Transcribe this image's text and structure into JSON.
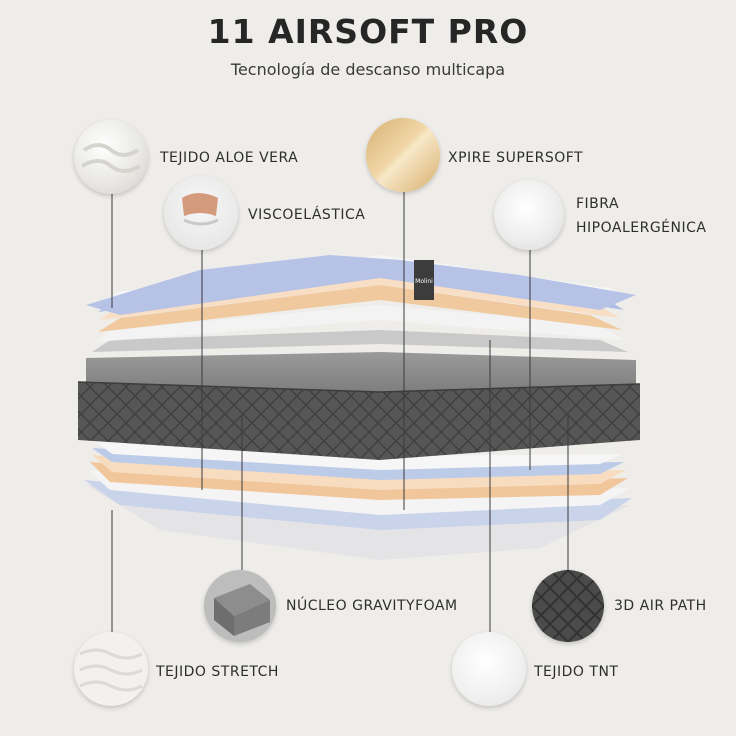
{
  "header": {
    "title": "11 AIRSOFT PRO",
    "subtitle": "Tecnología de descanso multicapa"
  },
  "layers": {
    "aloe": {
      "label": "TEJIDO ALOE VERA"
    },
    "xpire": {
      "label": "XPIRE SUPERSOFT"
    },
    "visco": {
      "label": "VISCOELÁSTICA"
    },
    "fibra": {
      "label_line1": "FIBRA",
      "label_line2": "HIPOALERGÉNICA"
    },
    "nucleo": {
      "label": "NÚCLEO GRAVITYFOAM"
    },
    "airpath": {
      "label": "3D AIR PATH"
    },
    "stretch": {
      "label": "TEJIDO STRETCH"
    },
    "tnt": {
      "label": "TEJIDO TNT"
    }
  },
  "brand_tag": {
    "text": "Molini"
  },
  "colors": {
    "background": "#efedea",
    "core": "#5a5a5a",
    "foam_orange": "#f3d2ad",
    "fabric_blue": "#b9c6e6",
    "grey_layer": "#a7a7a7",
    "xpire_gold": "#e1bd83"
  }
}
